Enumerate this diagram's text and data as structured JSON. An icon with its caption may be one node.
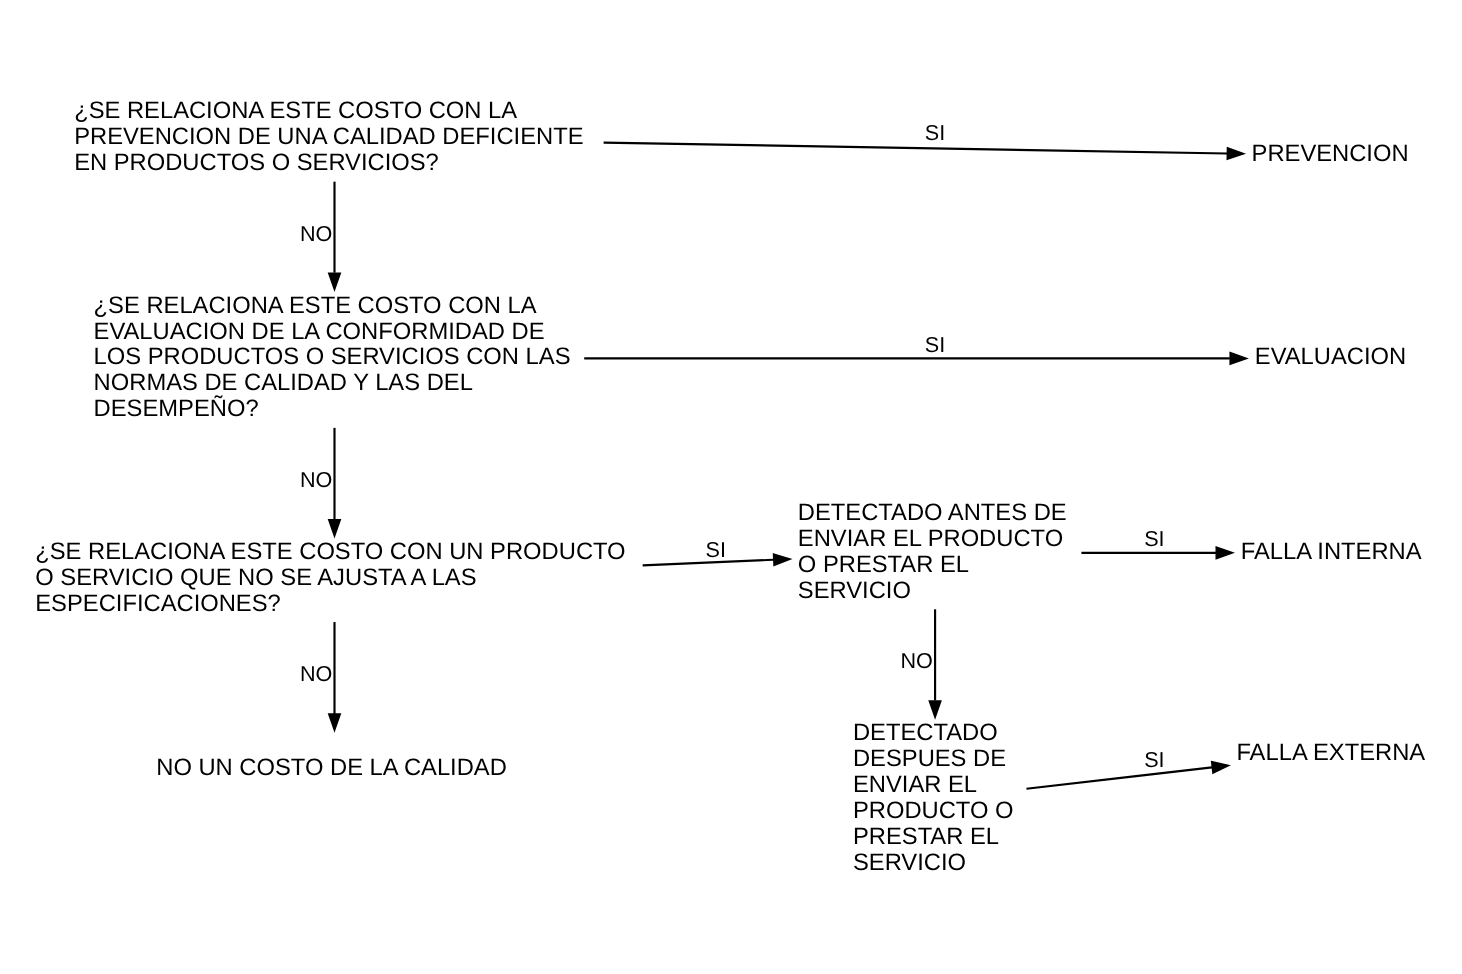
{
  "diagram": {
    "nodes": [
      {
        "text": [
          "¿SE RELACIONA ESTE COSTO CON LA PREVENCION DE UNA CALIDAD DEFICIENTE EN PRODUCTOS O SERVICIOS?"
        ]
      },
      {
        "text": [
          "PREVENCION"
        ]
      },
      {
        "text": [
          "¿SE RELACIONA ESTE COSTO CON LA EVALUACION DE LA CONFORMIDAD DE LOS PRODUCTOS O SERVICIOS CON LAS NORMAS DE CALIDAD Y LAS DEL DESEMPEÑO?"
        ]
      },
      {
        "text": [
          "EVALUACION"
        ]
      },
      {
        "text": [
          "¿SE RELACIONA ESTE COSTO CON UN PRODUCTO O SERVICIO QUE NO SE AJUSTA A LAS ESPECIFICACIONES?"
        ]
      },
      {
        "text": [
          "DETECTADO ANTES DE ENVIAR EL PRODUCTO O PRESTAR EL SERVICIO"
        ]
      },
      {
        "text": [
          "FALLA INTERNA"
        ]
      },
      {
        "text": [
          "NO UN COSTO DE LA CALIDAD"
        ]
      },
      {
        "text": [
          "DETECTADO DESPUES DE ENVIAR EL PRODUCTO O PRESTAR EL SERVICIO"
        ]
      },
      {
        "text": [
          "FALLA EXTERNA"
        ]
      }
    ],
    "edges": [
      {
        "from": 0,
        "to": 1,
        "arrow": "to",
        "label": "SI"
      },
      {
        "from": 0,
        "to": 2,
        "arrow": "to",
        "label": "NO"
      },
      {
        "from": 2,
        "to": 3,
        "arrow": "to",
        "label": "SI"
      },
      {
        "from": 2,
        "to": 4,
        "arrow": "to",
        "label": "NO"
      },
      {
        "from": 4,
        "to": 5,
        "arrow": "to",
        "label": "SI"
      },
      {
        "from": 5,
        "to": 6,
        "arrow": "to",
        "label": "SI"
      },
      {
        "from": 4,
        "to": 7,
        "arrow": "to",
        "label": "NO"
      },
      {
        "from": 5,
        "to": 8,
        "arrow": "to",
        "label": "NO"
      },
      {
        "from": 8,
        "to": 9,
        "arrow": "to",
        "label": "SI"
      }
    ]
  }
}
